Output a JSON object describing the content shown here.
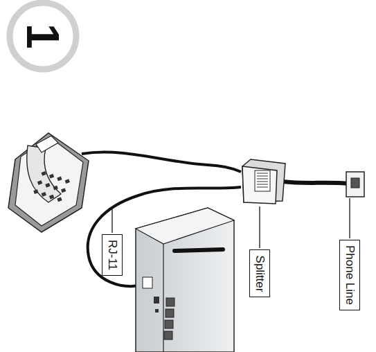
{
  "diagram": {
    "nodes": [
      {
        "text": [
          "1"
        ]
      },
      {
        "text": [
          "Phone Line"
        ]
      },
      {
        "text": [
          "Splitter"
        ]
      },
      {
        "text": [
          "RJ-11"
        ]
      }
    ]
  }
}
